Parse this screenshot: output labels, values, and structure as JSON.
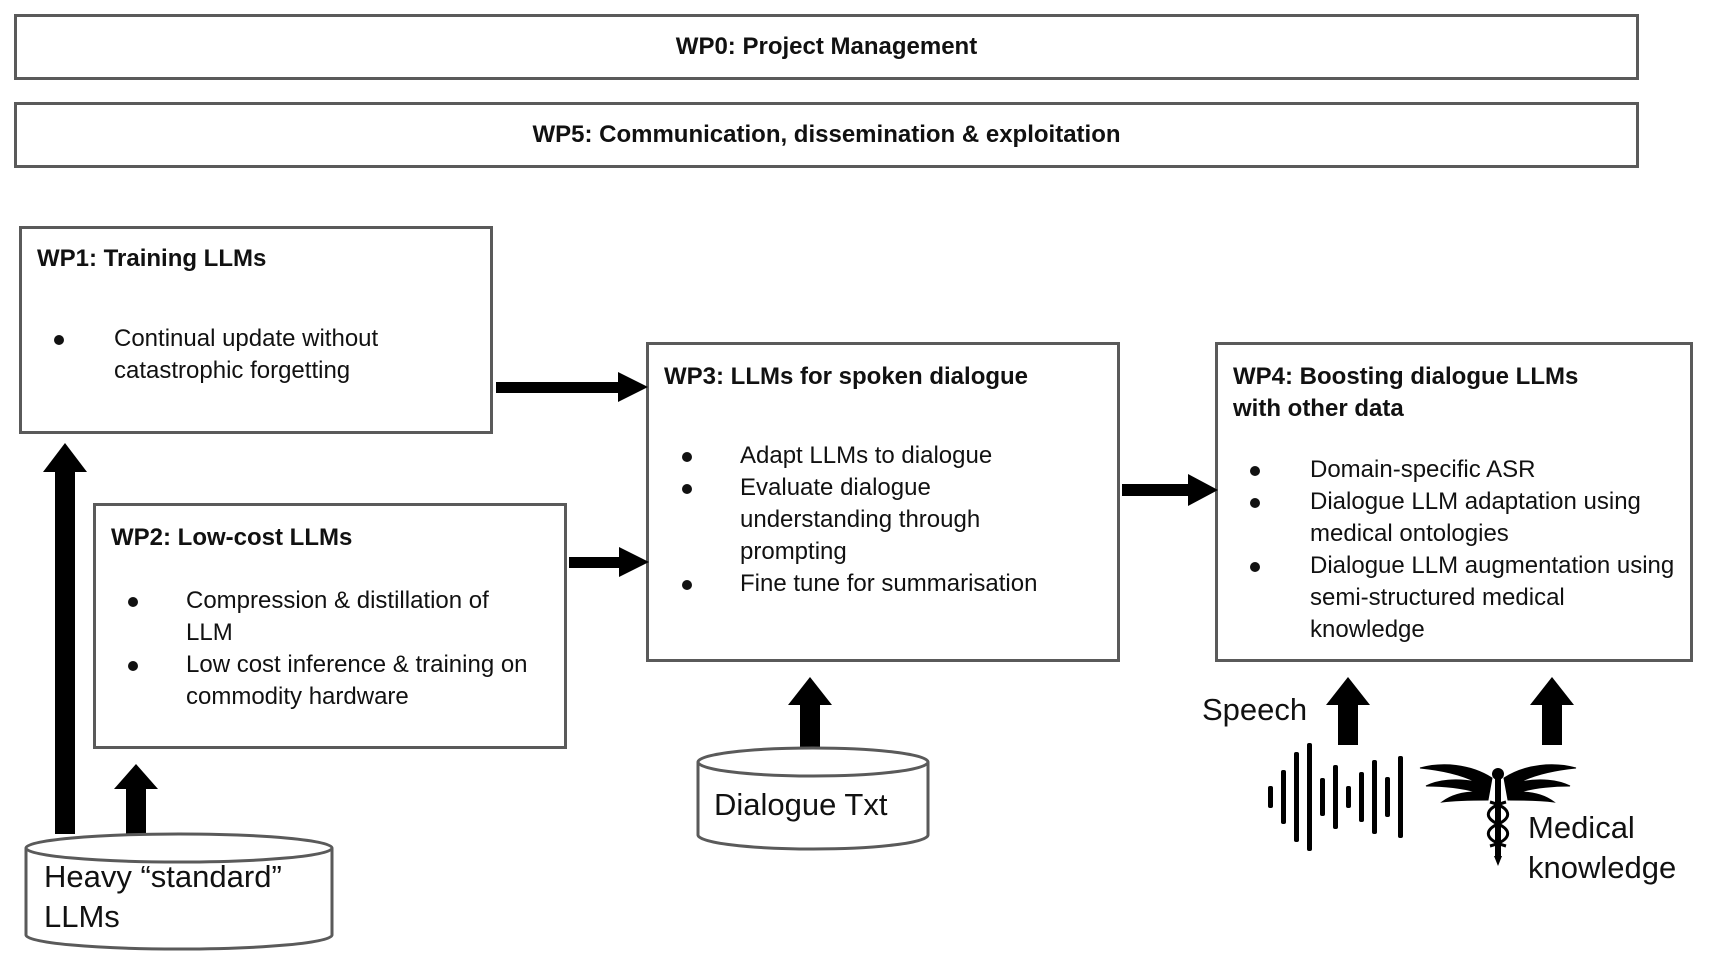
{
  "wp0": {
    "title": "WP0: Project Management"
  },
  "wp5": {
    "title": "WP5: Communication, dissemination & exploitation"
  },
  "wp1": {
    "title": "WP1: Training LLMs",
    "bullets": [
      "Continual update without catastrophic forgetting"
    ]
  },
  "wp2": {
    "title": "WP2: Low-cost LLMs",
    "bullets": [
      "Compression & distillation of LLM",
      "Low cost inference & training on commodity hardware"
    ]
  },
  "wp3": {
    "title": "WP3: LLMs for spoken dialogue",
    "bullets": [
      "Adapt LLMs to dialogue",
      "Evaluate dialogue understanding through prompting",
      "Fine tune for summarisation"
    ]
  },
  "wp4": {
    "title_line1": "WP4: Boosting dialogue LLMs",
    "title_line2": "with other data",
    "bullets": [
      "Domain-specific ASR",
      "Dialogue LLM adaptation using medical ontologies",
      "Dialogue LLM augmentation using semi-structured medical knowledge"
    ]
  },
  "inputs": {
    "heavy_llms_line1": "Heavy “standard”",
    "heavy_llms_line2": "LLMs",
    "dialogue_txt": "Dialogue Txt",
    "speech": "Speech",
    "medical_line1": "Medical",
    "medical_line2": "knowledge"
  },
  "icons": {
    "speech": "sound-wave-icon",
    "medical": "caduceus-icon"
  },
  "colors": {
    "border": "#5a5a5a",
    "arrow": "#000000"
  }
}
